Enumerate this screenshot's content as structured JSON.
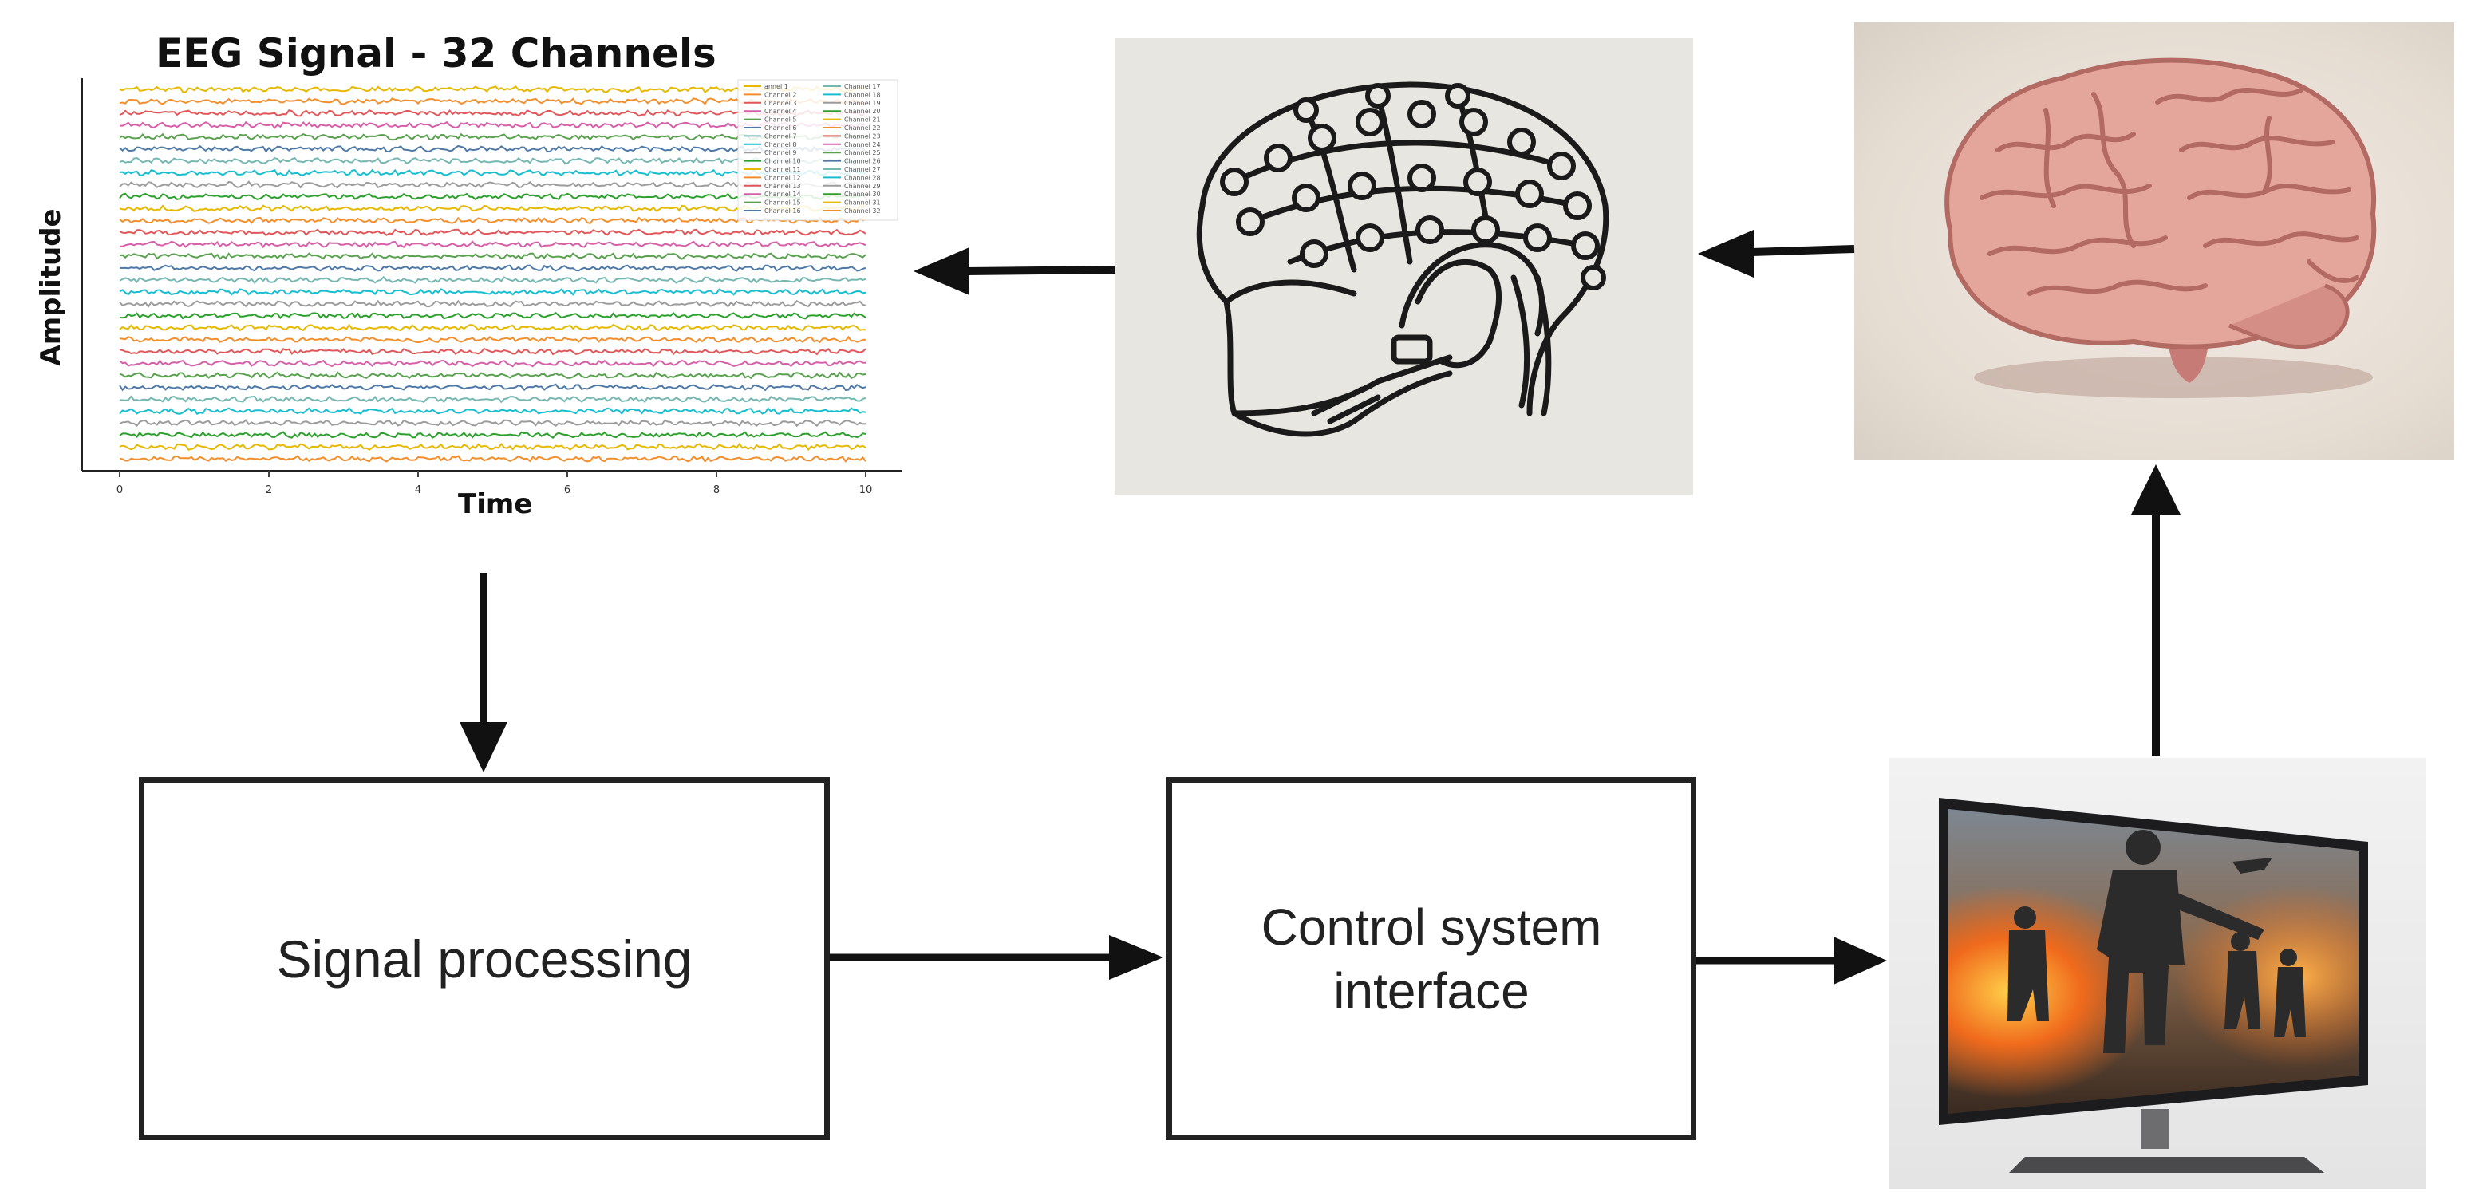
{
  "chart_data": {
    "type": "line",
    "title": "EEG Signal - 32 Channels",
    "xlabel": "Time",
    "ylabel": "Amplitude",
    "xlim": [
      0,
      10
    ],
    "x_ticks": [
      "0",
      "2",
      "4",
      "6",
      "8",
      "10"
    ],
    "series_count": 32,
    "legend_position": "top-right",
    "legend": [
      "annel 1",
      "Channel 2",
      "Channel 3",
      "Channel 4",
      "Channel 5",
      "Channel 6",
      "Channel 7",
      "Channel 8",
      "Channel 9",
      "Channel 10",
      "Channel 11",
      "Channel 12",
      "Channel 13",
      "Channel 14",
      "Channel 15",
      "Channel 16",
      "Channel 17",
      "Channel 18",
      "Channel 19",
      "Channel 20",
      "Channel 21",
      "Channel 22",
      "Channel 23",
      "Channel 24",
      "Channel 25",
      "Channel 26",
      "Channel 27",
      "Channel 28",
      "Channel 29",
      "Channel 30",
      "Channel 31",
      "Channel 32"
    ],
    "colors": [
      "#e6b800",
      "#f28e2b",
      "#e15759",
      "#d65fa8",
      "#59a14f",
      "#4e79a7",
      "#76b7b2",
      "#17becf",
      "#9c9c9c",
      "#2ca02c"
    ]
  },
  "blocks": {
    "signal": "Signal processing",
    "control_line1": "Control system",
    "control_line2": "interface"
  },
  "images": {
    "headset": "eeg-headset-icon",
    "brain": "brain-icon",
    "monitor": "game-monitor-icon"
  }
}
